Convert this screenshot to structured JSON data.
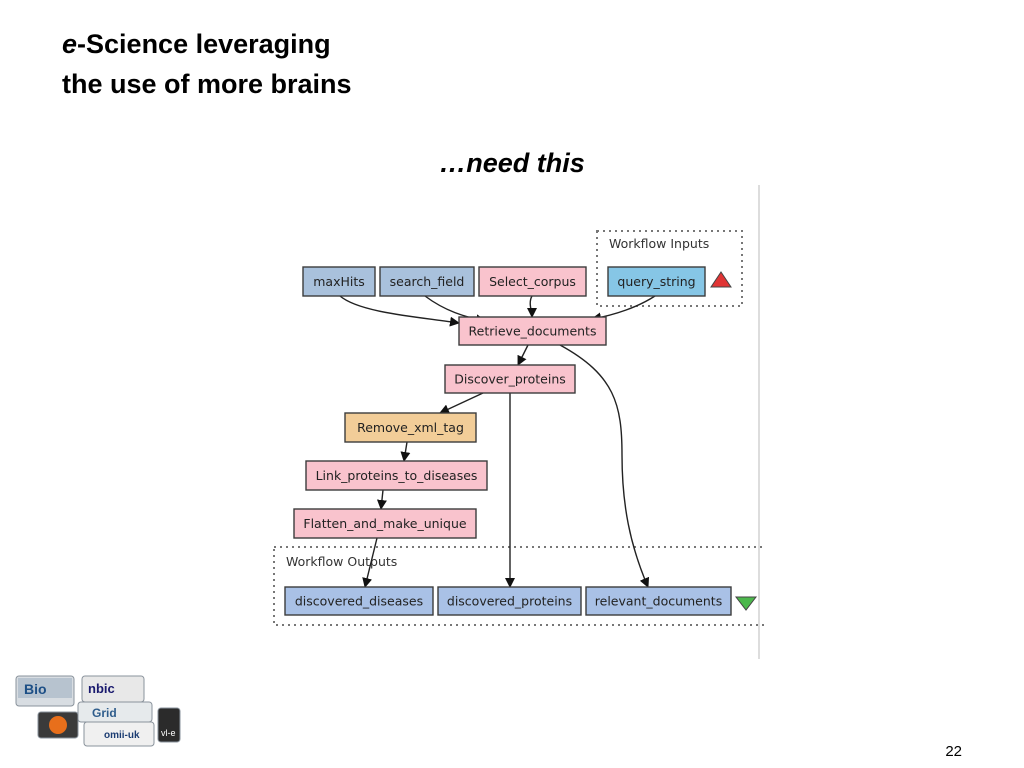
{
  "slide": {
    "title_italic": "e",
    "title_rest": "-Science leveraging",
    "title_line2": "the use of more brains",
    "subtitle": "…need this",
    "page_number": "22"
  },
  "workflow": {
    "inputs_label": "Workflow Inputs",
    "outputs_label": "Workflow Outputs",
    "nodes": {
      "maxHits": "maxHits",
      "search_field": "search_field",
      "select_corpus": "Select_corpus",
      "query_string": "query_string",
      "retrieve_documents": "Retrieve_documents",
      "discover_proteins": "Discover_proteins",
      "remove_xml_tag": "Remove_xml_tag",
      "link_proteins": "Link_proteins_to_diseases",
      "flatten": "Flatten_and_make_unique",
      "discovered_diseases": "discovered_diseases",
      "discovered_proteins": "discovered_proteins",
      "relevant_documents": "relevant_documents"
    },
    "colors": {
      "input_port": "#a9c1dc",
      "workflow_input": "#86c6e6",
      "processor": "#f9c3cd",
      "local_worker": "#f2cd98",
      "output_port": "#a9c1e6",
      "collapse_up": "#e03434",
      "collapse_down": "#4cb84c"
    }
  },
  "logos": {
    "bio": "Bio",
    "nbic": "nbic",
    "grid": "Grid",
    "omii": "omii-uk",
    "vle": "vl-e"
  }
}
